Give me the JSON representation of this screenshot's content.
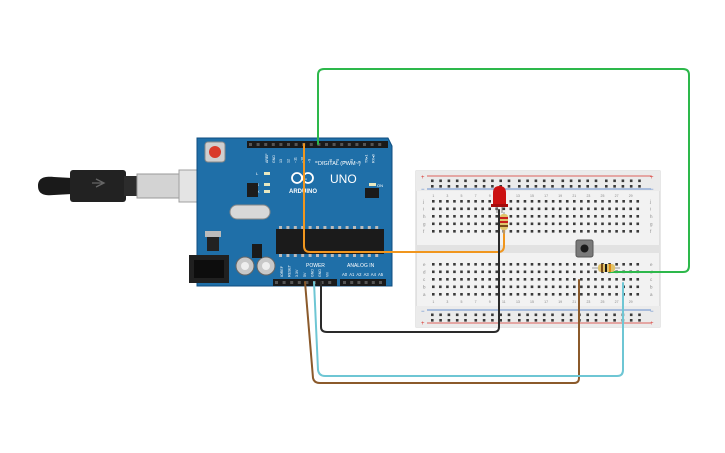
{
  "arduino": {
    "brand": "ARDUINO",
    "model": "UNO",
    "digital_header": "DIGITAL (PWM~)",
    "power_header": "POWER",
    "analog_header": "ANALOG IN",
    "on_label": "ON",
    "tx_label": "TX",
    "rx_label": "RX",
    "l_label": "L",
    "digital_pins": [
      "AREF",
      "GND",
      "13",
      "12",
      "~11",
      "~10",
      "~9",
      "8",
      "7",
      "~6",
      "~5",
      "4",
      "~3",
      "2",
      "TX▸1",
      "RX◂0"
    ],
    "power_pins": [
      "IOREF",
      "RESET",
      "3.3V",
      "5V",
      "GND",
      "GND",
      "Vin"
    ],
    "analog_pins": [
      "A0",
      "A1",
      "A2",
      "A3",
      "A4",
      "A5"
    ]
  },
  "breadboard": {
    "top_numbers": [
      "1",
      "3",
      "5",
      "7",
      "9",
      "11",
      "13",
      "15",
      "17",
      "19",
      "21",
      "23",
      "25",
      "27",
      "29"
    ],
    "row_letters_top": [
      "j",
      "i",
      "h",
      "g",
      "f"
    ],
    "row_letters_bottom": [
      "e",
      "d",
      "c",
      "b",
      "a"
    ],
    "plus": "+",
    "minus": "−"
  },
  "colors": {
    "board": "#1f6fa8",
    "board_edge": "#0f4e80",
    "wire_green": "#2db84b",
    "wire_orange": "#f0961e",
    "wire_black": "#2a2a2a",
    "wire_brown": "#8b5a2b",
    "wire_cyan": "#6ec6d4",
    "led": "#cc1111",
    "rail_red": "#d9322b",
    "rail_blue": "#3a6fc4"
  }
}
